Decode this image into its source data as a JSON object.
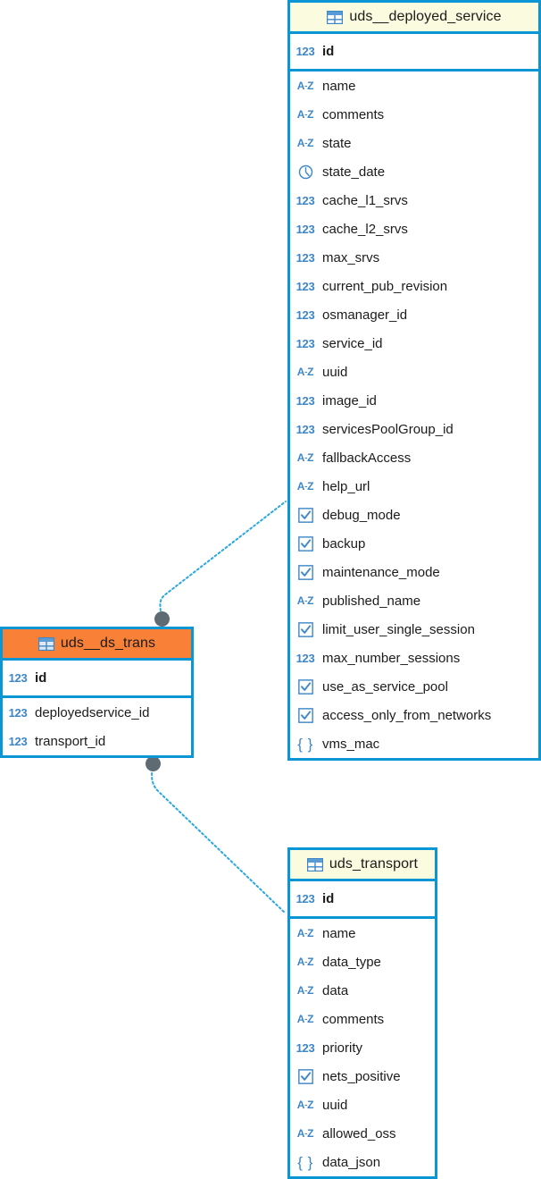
{
  "diagram": {
    "type": "er-diagram",
    "background": "#ffffff",
    "accent_color": "#0a96d4",
    "header_color": "#fbfbe0",
    "selected_header_color": "#f98037",
    "icon_color": "#3d87c7",
    "connector_color": "#29a8e0",
    "endpoint_color": "#5e6b73"
  },
  "tables": [
    {
      "name": "uds__deployed_service",
      "selected": false,
      "primary_keys": [
        {
          "icon": "number-icon",
          "type": "123",
          "name": "id"
        }
      ],
      "columns": [
        {
          "icon": "text-icon",
          "type": "A-Z",
          "name": "name"
        },
        {
          "icon": "text-icon",
          "type": "A-Z",
          "name": "comments"
        },
        {
          "icon": "text-icon",
          "type": "A-Z",
          "name": "state"
        },
        {
          "icon": "datetime-icon",
          "type": "clock",
          "name": "state_date"
        },
        {
          "icon": "number-icon",
          "type": "123",
          "name": "cache_l1_srvs"
        },
        {
          "icon": "number-icon",
          "type": "123",
          "name": "cache_l2_srvs"
        },
        {
          "icon": "number-icon",
          "type": "123",
          "name": "max_srvs"
        },
        {
          "icon": "number-icon",
          "type": "123",
          "name": "current_pub_revision"
        },
        {
          "icon": "number-icon",
          "type": "123",
          "name": "osmanager_id"
        },
        {
          "icon": "number-icon",
          "type": "123",
          "name": "service_id"
        },
        {
          "icon": "text-icon",
          "type": "A-Z",
          "name": "uuid"
        },
        {
          "icon": "number-icon",
          "type": "123",
          "name": "image_id"
        },
        {
          "icon": "number-icon",
          "type": "123",
          "name": "servicesPoolGroup_id"
        },
        {
          "icon": "text-icon",
          "type": "A-Z",
          "name": "fallbackAccess"
        },
        {
          "icon": "text-icon",
          "type": "A-Z",
          "name": "help_url"
        },
        {
          "icon": "boolean-icon",
          "type": "checkbox",
          "name": "debug_mode"
        },
        {
          "icon": "boolean-icon",
          "type": "checkbox",
          "name": "backup"
        },
        {
          "icon": "boolean-icon",
          "type": "checkbox",
          "name": "maintenance_mode"
        },
        {
          "icon": "text-icon",
          "type": "A-Z",
          "name": "published_name"
        },
        {
          "icon": "boolean-icon",
          "type": "checkbox",
          "name": "limit_user_single_session"
        },
        {
          "icon": "number-icon",
          "type": "123",
          "name": "max_number_sessions"
        },
        {
          "icon": "boolean-icon",
          "type": "checkbox",
          "name": "use_as_service_pool"
        },
        {
          "icon": "boolean-icon",
          "type": "checkbox",
          "name": "access_only_from_networks"
        },
        {
          "icon": "json-icon",
          "type": "{ }",
          "name": "vms_mac"
        }
      ]
    },
    {
      "name": "uds__ds_trans",
      "selected": true,
      "primary_keys": [
        {
          "icon": "number-icon",
          "type": "123",
          "name": "id"
        }
      ],
      "columns": [
        {
          "icon": "number-icon",
          "type": "123",
          "name": "deployedservice_id"
        },
        {
          "icon": "number-icon",
          "type": "123",
          "name": "transport_id"
        }
      ]
    },
    {
      "name": "uds_transport",
      "selected": false,
      "primary_keys": [
        {
          "icon": "number-icon",
          "type": "123",
          "name": "id"
        }
      ],
      "columns": [
        {
          "icon": "text-icon",
          "type": "A-Z",
          "name": "name"
        },
        {
          "icon": "text-icon",
          "type": "A-Z",
          "name": "data_type"
        },
        {
          "icon": "text-icon",
          "type": "A-Z",
          "name": "data"
        },
        {
          "icon": "text-icon",
          "type": "A-Z",
          "name": "comments"
        },
        {
          "icon": "number-icon",
          "type": "123",
          "name": "priority"
        },
        {
          "icon": "boolean-icon",
          "type": "checkbox",
          "name": "nets_positive"
        },
        {
          "icon": "text-icon",
          "type": "A-Z",
          "name": "uuid"
        },
        {
          "icon": "text-icon",
          "type": "A-Z",
          "name": "allowed_oss"
        },
        {
          "icon": "json-icon",
          "type": "{ }",
          "name": "data_json"
        }
      ]
    }
  ],
  "relationships": [
    {
      "from": "uds__ds_trans",
      "to": "uds__deployed_service",
      "style": "dotted"
    },
    {
      "from": "uds__ds_trans",
      "to": "uds_transport",
      "style": "dotted"
    }
  ]
}
